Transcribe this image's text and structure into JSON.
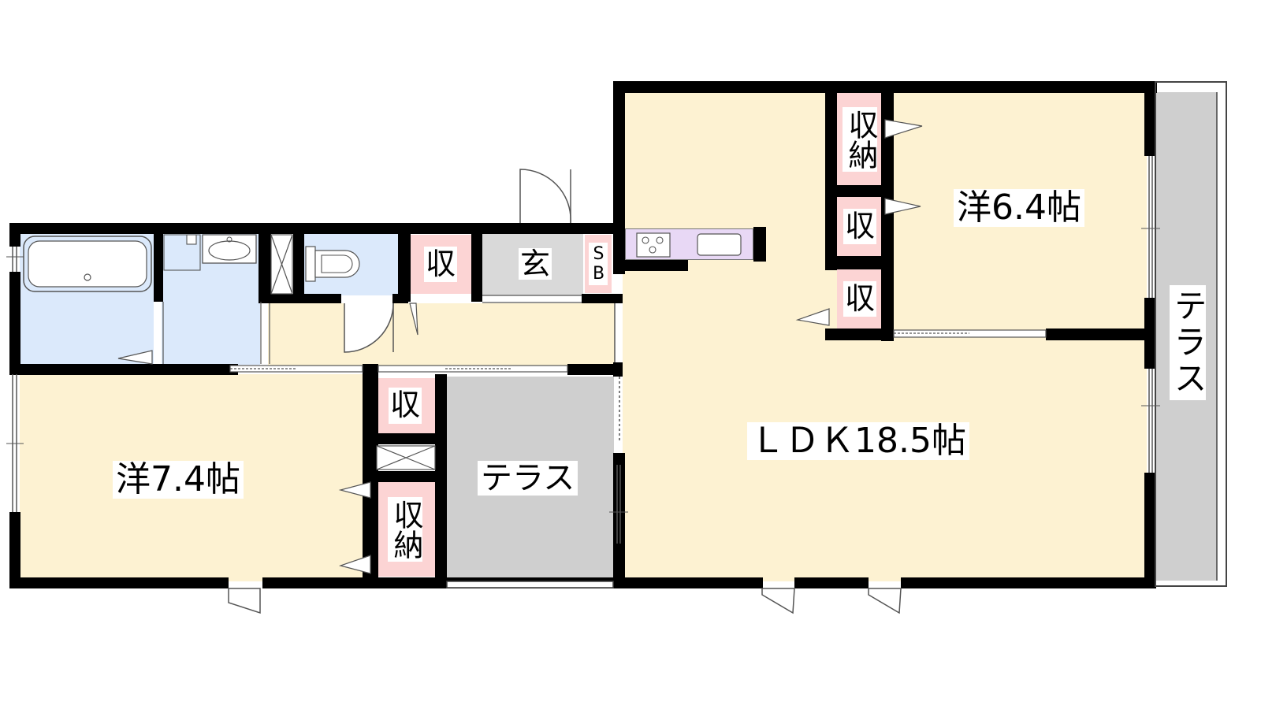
{
  "rooms": {
    "ldk": "ＬＤＫ18.5帖",
    "western_a": "洋6.4帖",
    "western_b": "洋7.4帖",
    "entrance": "玄",
    "shoe_box": "SB",
    "terrace_inner": "テラス",
    "terrace_outer": "テラス"
  },
  "storage": {
    "s1": "収納",
    "s2": "収",
    "s3": "収",
    "s4": "収",
    "s5": "収",
    "s6": "収納"
  },
  "colors": {
    "room_floor": "#fdf2d2",
    "wet_area": "#dbe9fb",
    "entrance_floor": "#d9d9d9",
    "terrace": "#cfcfcf",
    "storage_bg": "#fcd4d4",
    "kitchen": "#e8d8f5",
    "wall": "#000000"
  },
  "icons": [
    "bathtub-icon",
    "washbasin-icon",
    "toilet-icon",
    "stove-icon",
    "sink-icon",
    "door-swing-icon"
  ]
}
